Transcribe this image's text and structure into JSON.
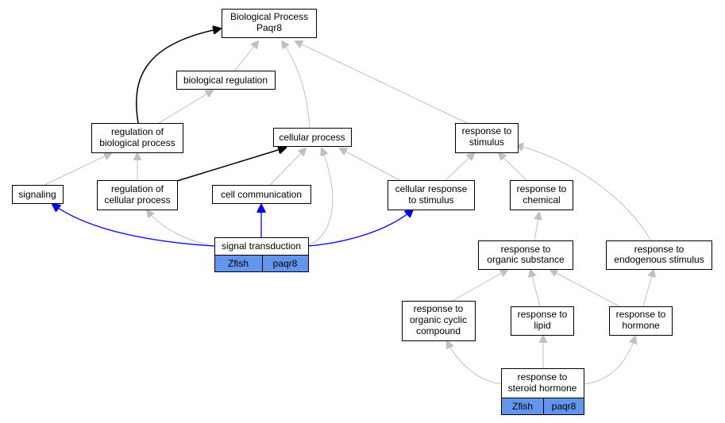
{
  "nodes": {
    "bp_root": [
      "Biological Process",
      "Paqr8"
    ],
    "bio_reg": [
      "biological regulation"
    ],
    "reg_bio": [
      "regulation of",
      "biological process"
    ],
    "cell_proc": [
      "cellular process"
    ],
    "resp_stim": [
      "response to",
      "stimulus"
    ],
    "signaling": [
      "signaling"
    ],
    "reg_cell": [
      "regulation of",
      "cellular process"
    ],
    "cell_comm": [
      "cell communication"
    ],
    "cell_resp": [
      "cellular response",
      "to stimulus"
    ],
    "resp_chem": [
      "response to",
      "chemical"
    ],
    "signal_trans": [
      "signal transduction"
    ],
    "resp_org": [
      "response to",
      "organic substance"
    ],
    "resp_endo": [
      "response to",
      "endogenous stimulus"
    ],
    "resp_cyclic": [
      "response to",
      "organic cyclic",
      "compound"
    ],
    "resp_lipid": [
      "response to",
      "lipid"
    ],
    "resp_hormone": [
      "response to",
      "hormone"
    ],
    "resp_steroid": [
      "response to",
      "steroid hormone"
    ]
  },
  "annotations": {
    "signal_trans": [
      "Zfish",
      "paqr8"
    ],
    "resp_steroid": [
      "Zfish",
      "paqr8"
    ]
  },
  "colors": {
    "annotation_fill": "#6495ed",
    "edge_default": "#c0c0c0",
    "edge_regulates": "#000000",
    "edge_highlight": "#0000ff"
  }
}
